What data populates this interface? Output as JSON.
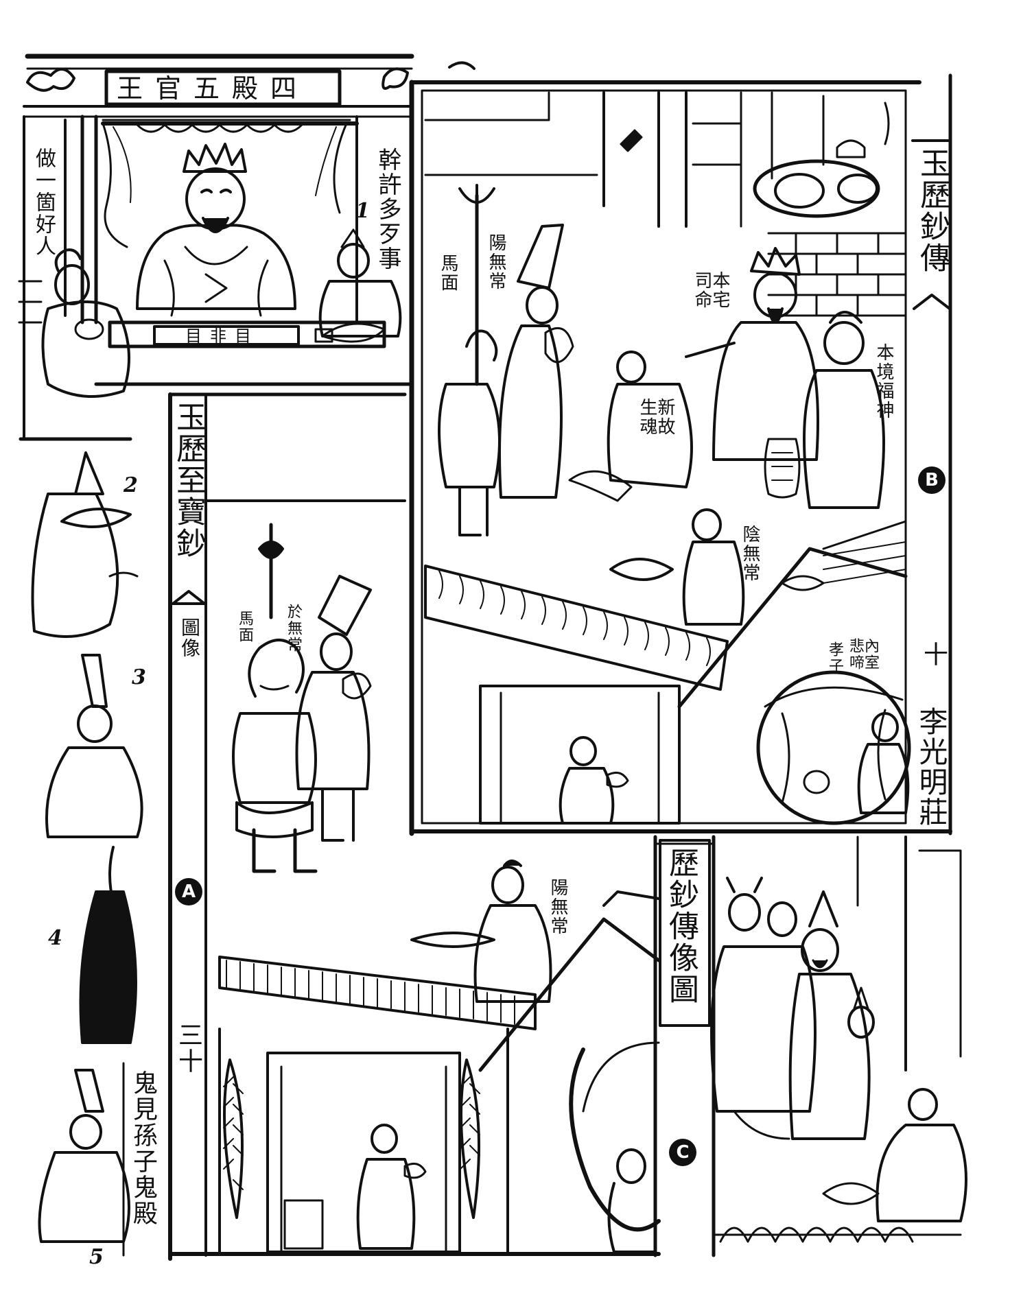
{
  "top_banner": {
    "title": "王官五殿四"
  },
  "panel_1": {
    "number": "1",
    "left_couplet": "做一箇好人",
    "right_couplet": "幹許多歹事",
    "desk_placard": "目非目"
  },
  "panel_A": {
    "title": "玉歷至寶鈔",
    "subtitle": "圖像",
    "page_number": "三十",
    "circle_mark": "A",
    "label_horse_face": "馬面",
    "label_wuchang": "於無常"
  },
  "panel_B": {
    "title": "玉歷鈔傳",
    "page_number": "十",
    "circle_mark": "B",
    "spine_text": "李光明莊",
    "label_horse_face": "馬面",
    "label_yang_wuchang": "陽無常",
    "label_siming": "本宅司命",
    "label_tudi": "本境福神",
    "label_new_soul": "新故生魂",
    "label_yin_wuchang": "陰無常",
    "label_inner": "內室悲啼",
    "label_filial": "孝子"
  },
  "panel_C": {
    "title": "歷鈔傳像圖",
    "circle_mark": "C",
    "label_yang_wuchang": "陽無常"
  },
  "left_column": {
    "numbers": [
      "2",
      "3",
      "4",
      "5"
    ],
    "vertical_caption": "鬼見孫子鬼殿"
  }
}
